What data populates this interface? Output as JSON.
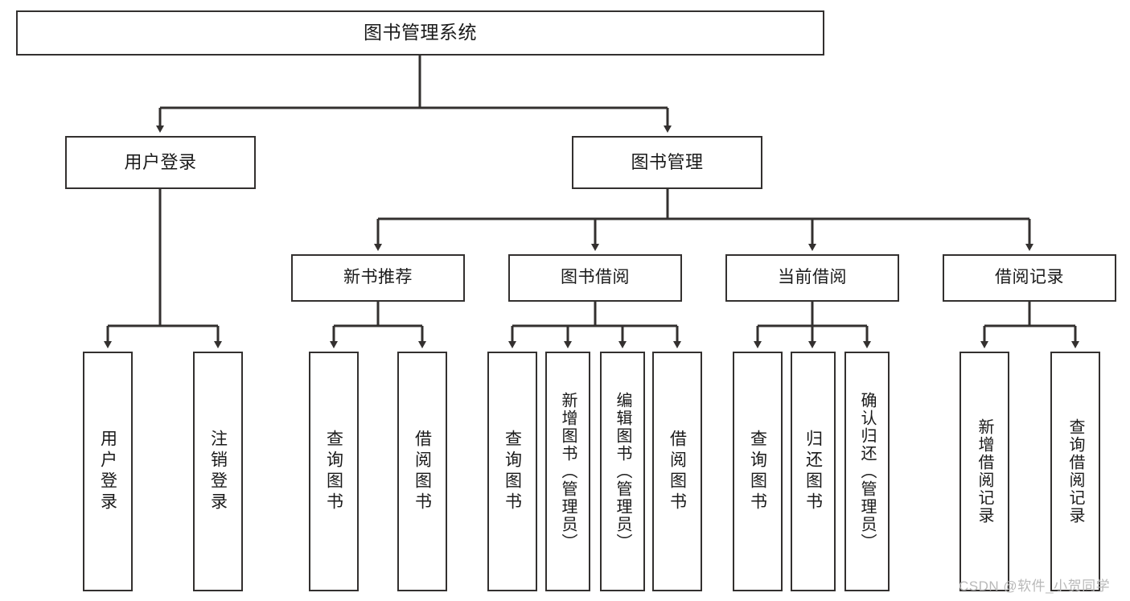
{
  "diagram": {
    "title": "图书管理系统",
    "type": "hierarchy-tree",
    "levels": 4,
    "root": {
      "label": "图书管理系统"
    },
    "level2": [
      {
        "label": "用户登录"
      },
      {
        "label": "图书管理"
      }
    ],
    "level3": [
      {
        "label": "新书推荐"
      },
      {
        "label": "图书借阅"
      },
      {
        "label": "当前借阅"
      },
      {
        "label": "借阅记录"
      }
    ],
    "leaves": {
      "user_login": [
        {
          "label": "用户登录"
        },
        {
          "label": "注销登录"
        }
      ],
      "new_recommend": [
        {
          "label": "查询图书"
        },
        {
          "label": "借阅图书"
        }
      ],
      "book_borrow": [
        {
          "label": "查询图书"
        },
        {
          "label": "新增图书（管理员）"
        },
        {
          "label": "编辑图书（管理员）"
        },
        {
          "label": "借阅图书"
        }
      ],
      "current_borrow": [
        {
          "label": "查询图书"
        },
        {
          "label": "归还图书"
        },
        {
          "label": "确认归还（管理员）"
        }
      ],
      "borrow_history": [
        {
          "label": "新增借阅记录"
        },
        {
          "label": "查询借阅记录"
        }
      ]
    }
  },
  "watermark": {
    "text": "CSDN @软件_小贺同学"
  },
  "colors": {
    "box_border": "#33302f",
    "box_fill": "#ffffff",
    "connector": "#33302f",
    "text": "#1a1a1a",
    "watermark": "#b9b9b9",
    "background": "#ffffff"
  }
}
